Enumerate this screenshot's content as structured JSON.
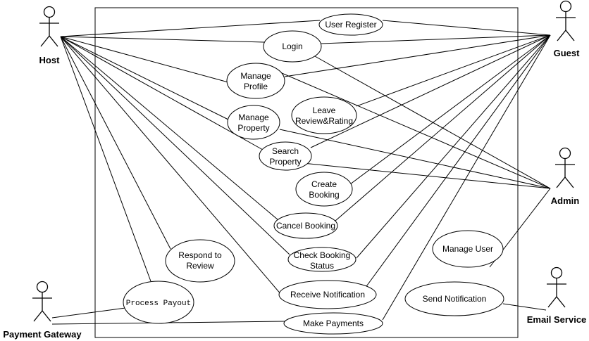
{
  "diagram": {
    "actors": {
      "host": "Host",
      "guest": "Guest",
      "admin": "Admin",
      "payment_gateway": "Payment Gateway",
      "email_service": "Email Service"
    },
    "use_cases": {
      "user_register": "User Register",
      "login": "Login",
      "manage_profile": [
        "Manage",
        "Profile"
      ],
      "leave_review": [
        "Leave",
        "Review&Rating"
      ],
      "manage_property": [
        "Manage",
        "Property"
      ],
      "search_property": [
        "Search",
        "Property"
      ],
      "create_booking": [
        "Create",
        "Booking"
      ],
      "cancel_booking": "Cancel Booking",
      "manage_user": "Manage User",
      "respond_review": [
        "Respond to",
        "Review"
      ],
      "check_booking_status": [
        "Check Booking",
        "Status"
      ],
      "send_notification": "Send Notification",
      "process_payout": "Process Payout",
      "receive_notification": "Receive Notification",
      "make_payments": "Make Payments"
    }
  }
}
